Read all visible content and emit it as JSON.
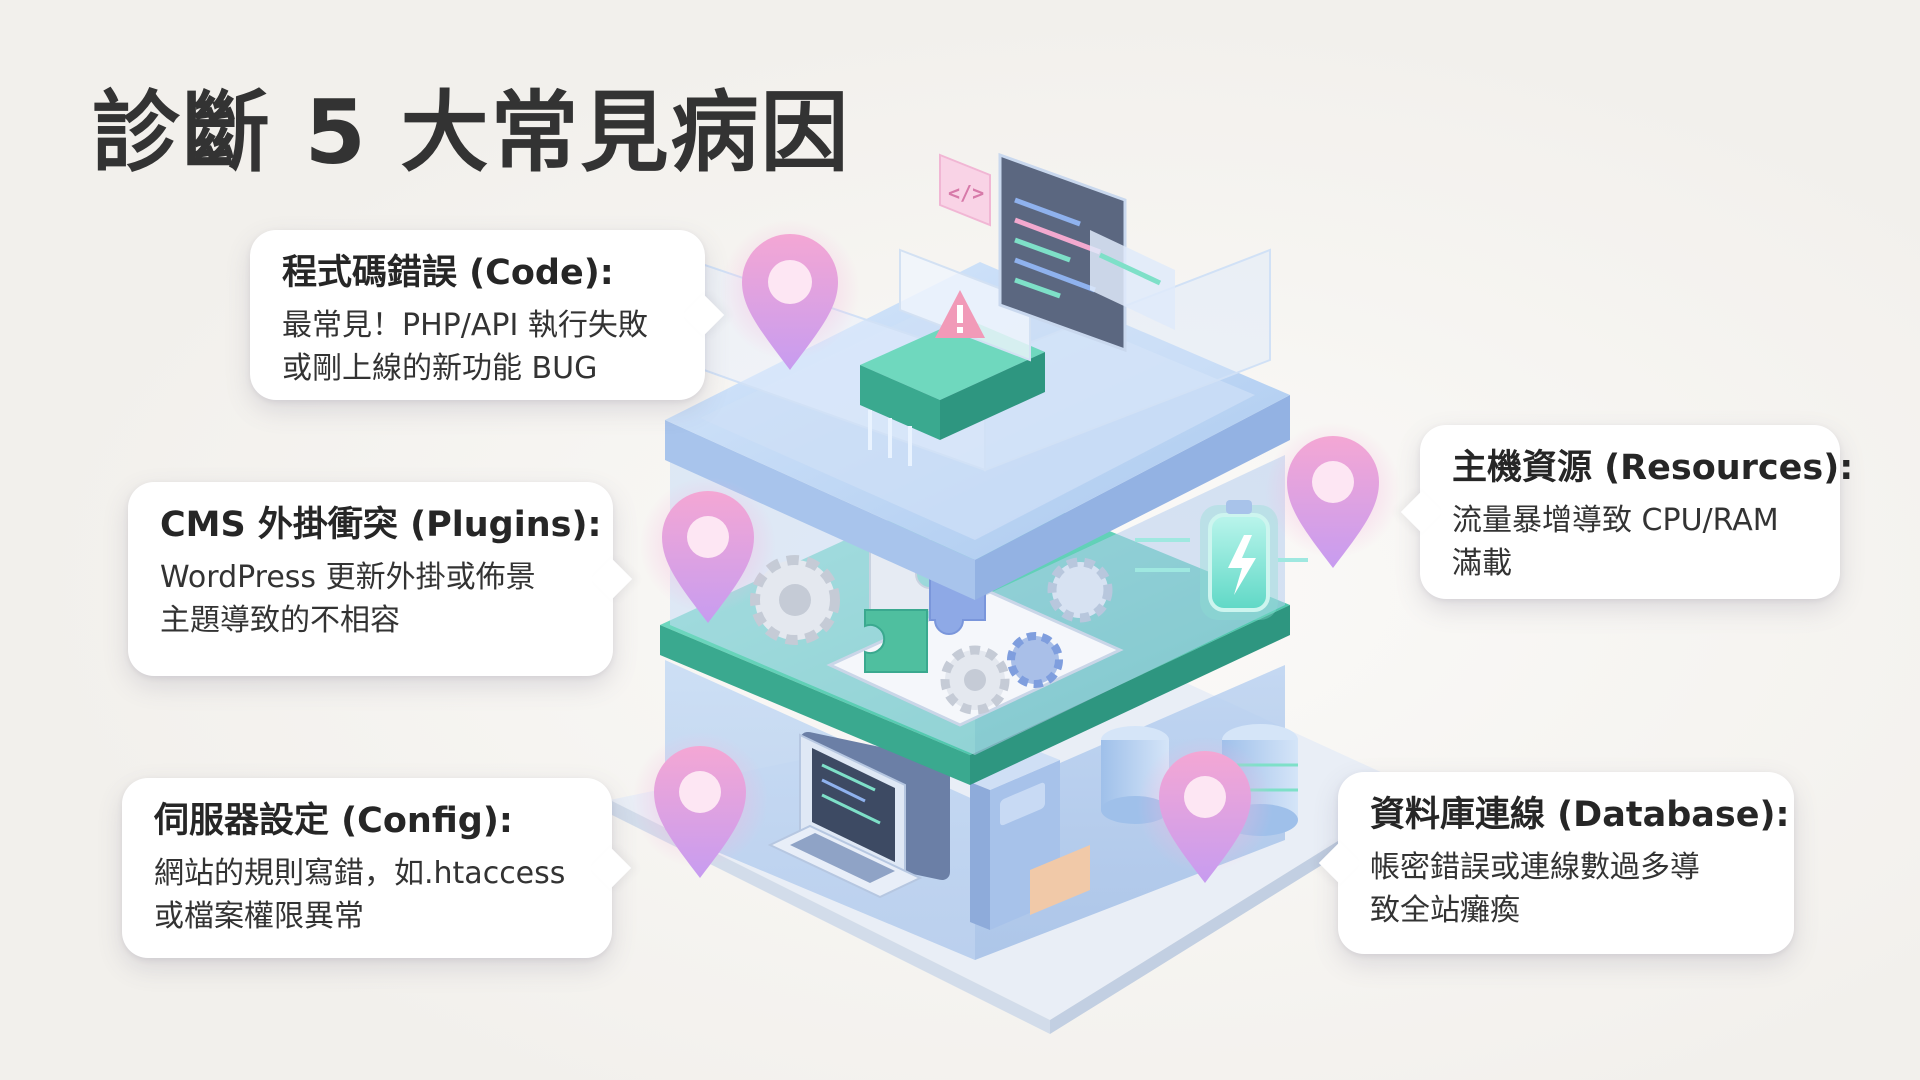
{
  "page": {
    "title": "診斷 5 大常見病因"
  },
  "callouts": {
    "code": {
      "title": "程式碼錯誤 (Code):",
      "description": "最常見！PHP/API 執行失敗\n或剛上線的新功能 BUG"
    },
    "plugins": {
      "title": "CMS 外掛衝突 (Plugins):",
      "description": "WordPress 更新外掛或佈景\n主題導致的不相容"
    },
    "config": {
      "title": "伺服器設定 (Config):",
      "description": "網站的規則寫錯，如.htaccess\n或檔案權限異常"
    },
    "resources": {
      "title": "主機資源 (Resources):",
      "description": "流量暴增導致 CPU/RAM\n滿載"
    },
    "database": {
      "title": "資料庫連線 (Database):",
      "description": "帳密錯誤或連線數過多導\n致全站癱瘓"
    }
  },
  "icons": {
    "code_tag": "</>",
    "pin_names": [
      "map-pin-code",
      "map-pin-plugins",
      "map-pin-config",
      "map-pin-resources",
      "map-pin-database"
    ]
  },
  "colors": {
    "title_text": "#333333",
    "pin_pink": "#f0a0cf",
    "pin_purple": "#c9a6ee",
    "glass_blue": "#b8d2f0",
    "teal": "#4fc9b1",
    "background": "#f3f1ee"
  }
}
